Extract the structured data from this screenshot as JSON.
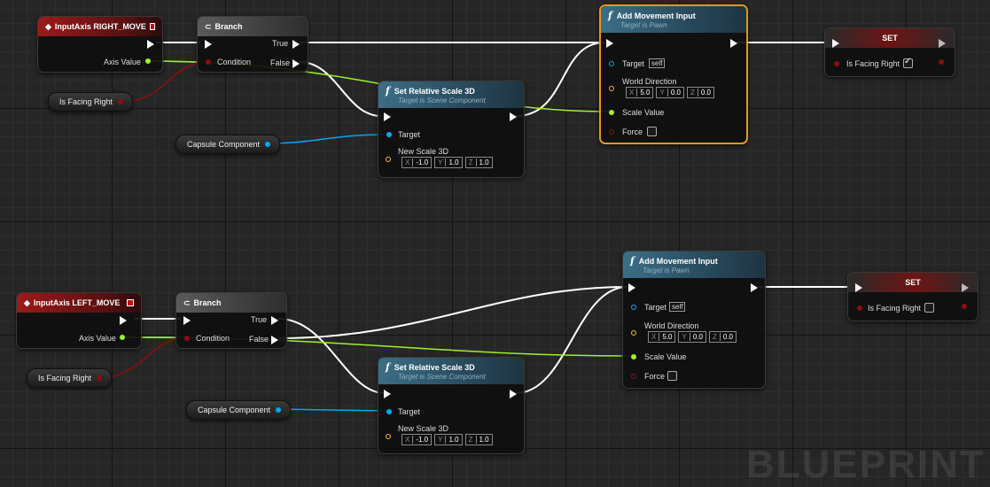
{
  "colors": {
    "exec": "#ffffff",
    "float": "#9cf12e",
    "bool": "#8a1010",
    "object": "#00a8f4",
    "vector": "#f0c030",
    "selection": "#e09820"
  },
  "graph1": {
    "event": {
      "title": "InputAxis RIGHT_MOVE",
      "axis_value": "Axis Value"
    },
    "branch": {
      "title": "Branch",
      "condition": "Condition",
      "true": "True",
      "false": "False"
    },
    "var_bool": "Is Facing Right",
    "var_capsule": "Capsule Component",
    "scale": {
      "title": "Set Relative Scale 3D",
      "subtitle": "Target is Scene Component",
      "target": "Target",
      "new_scale": "New Scale 3D",
      "x": "-1.0",
      "y": "1.0",
      "z": "1.0"
    },
    "move": {
      "title": "Add Movement Input",
      "subtitle": "Target is Pawn",
      "target": "Target",
      "self": "self",
      "world_dir": "World Direction",
      "x": "5.0",
      "y": "0.0",
      "z": "0.0",
      "scale_value": "Scale Value",
      "force": "Force"
    },
    "set": {
      "title": "SET",
      "var": "Is Facing Right",
      "checked": true
    }
  },
  "graph2": {
    "event": {
      "title": "InputAxis LEFT_MOVE",
      "axis_value": "Axis Value"
    },
    "branch": {
      "title": "Branch",
      "condition": "Condition",
      "true": "True",
      "false": "False"
    },
    "var_bool": "Is Facing Right",
    "var_capsule": "Capsule Component",
    "scale": {
      "title": "Set Relative Scale 3D",
      "subtitle": "Target is Scene Component",
      "target": "Target",
      "new_scale": "New Scale 3D",
      "x": "-1.0",
      "y": "1.0",
      "z": "1.0"
    },
    "move": {
      "title": "Add Movement Input",
      "subtitle": "Target is Pawn",
      "target": "Target",
      "self": "self",
      "world_dir": "World Direction",
      "x": "5.0",
      "y": "0.0",
      "z": "0.0",
      "scale_value": "Scale Value",
      "force": "Force"
    },
    "set": {
      "title": "SET",
      "var": "Is Facing Right",
      "checked": false
    }
  },
  "watermark": "BLUEPRINT",
  "axis_labels": {
    "x": "X",
    "y": "Y",
    "z": "Z"
  }
}
